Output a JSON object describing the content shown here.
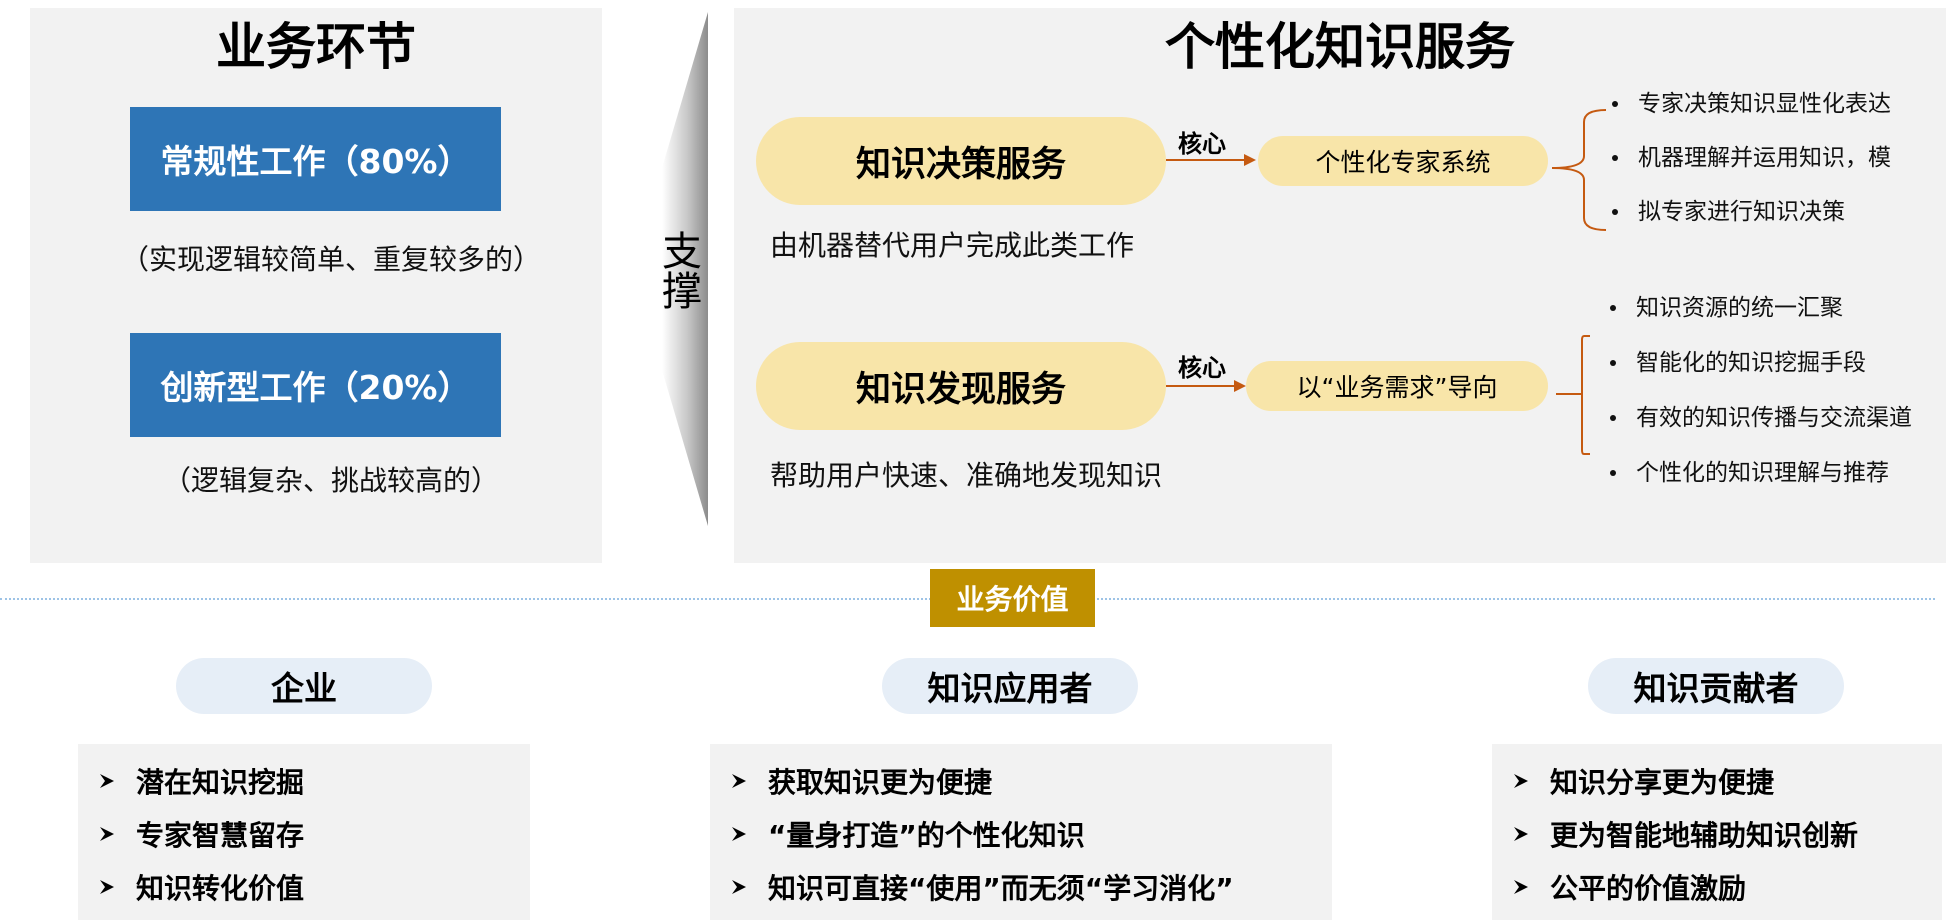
{
  "left": {
    "title": "业务环节",
    "routine": {
      "label": "常规性工作（80%）",
      "note": "（实现逻辑较简单、重复较多的）"
    },
    "innovative": {
      "label": "创新型工作（20%）",
      "note": "（逻辑复杂、挑战较高的）"
    }
  },
  "support": {
    "label": "支撑"
  },
  "right": {
    "title": "个性化知识服务",
    "decision": {
      "label": "知识决策服务",
      "core": "核心",
      "target": "个性化专家系统",
      "desc": "由机器替代用户完成此类工作",
      "bullets": [
        "专家决策知识显性化表达",
        "机器理解并运用知识，模",
        "拟专家进行知识决策"
      ]
    },
    "discovery": {
      "label": "知识发现服务",
      "core": "核心",
      "target": "以“业务需求”导向",
      "desc": "帮助用户快速、准确地发现知识",
      "bullets": [
        "知识资源的统一汇聚",
        "智能化的知识挖掘手段",
        "有效的知识传播与交流渠道",
        "个性化的知识理解与推荐"
      ]
    }
  },
  "value": {
    "label": "业务价值"
  },
  "audiences": [
    {
      "label": "企业",
      "items": [
        "潜在知识挖掘",
        "专家智慧留存",
        "知识转化价值"
      ]
    },
    {
      "label": "知识应用者",
      "items": [
        "获取知识更为便捷",
        "“量身打造”的个性化知识",
        "知识可直接“使用”而无须“学习消化”"
      ]
    },
    {
      "label": "知识贡献者",
      "items": [
        "知识分享更为便捷",
        "更为智能地辅助知识创新",
        "公平的价值激励"
      ]
    }
  ],
  "colors": {
    "blue": "#2e75b6",
    "cream": "#f8e5a9",
    "gold": "#bf9000",
    "arrow": "#c55a11",
    "panel": "#f2f2f2",
    "audience": "#e6eef7"
  }
}
